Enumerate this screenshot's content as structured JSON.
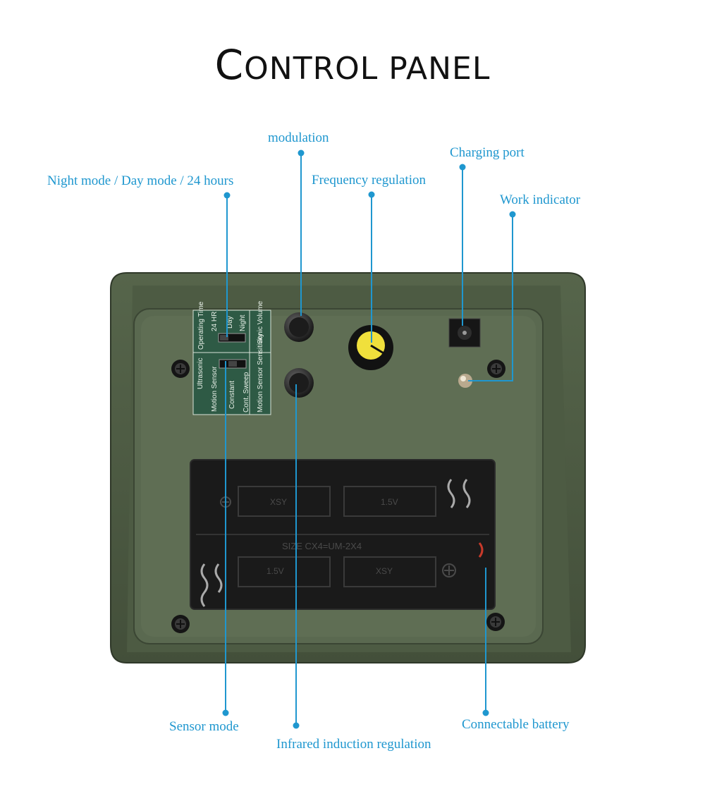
{
  "title": {
    "first_letter": "C",
    "rest": "ONTROL PANEL"
  },
  "labels": {
    "modulation": "modulation",
    "charging_port": "Charging port",
    "night_day_24h": "Night mode / Day mode / 24 hours",
    "frequency_regulation": "Frequency regulation",
    "work_indicator": "Work indicator",
    "sensor_mode": "Sensor mode",
    "infrared_induction_regulation": "Infrared induction regulation",
    "connectable_battery": "Connectable battery"
  },
  "device_print": {
    "operating_time": "Operating Time",
    "hr24": "24 HR",
    "day": "Day",
    "night": "Night",
    "sonic_volume": "Sonic Volume",
    "ultrasonic": "Ultrasonic",
    "motion_sensor": "Motion Sensor",
    "constant": "Constant",
    "cont_sweep": "Cont. Sweep",
    "motion_sensor_sensitivity": "Motion Sensor Sensitivity",
    "battery_top_left": "XSY",
    "battery_top_right": "1.5V",
    "battery_size": "SIZE CX4=UM-2X4",
    "battery_bottom_left": "1.5V",
    "battery_bottom_right": "XSY"
  },
  "colors": {
    "accent": "#1f97cf",
    "housing": "#4b5a42",
    "panel": "#5b6a50",
    "knob_yellow": "#f0e03c"
  }
}
